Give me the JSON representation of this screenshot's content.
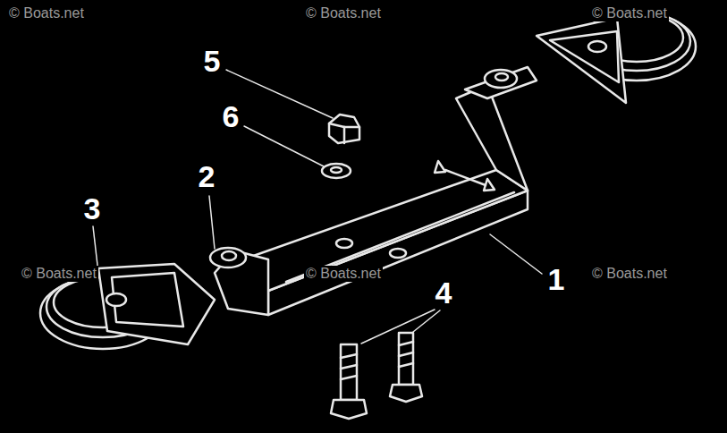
{
  "diagram": {
    "labels": [
      "© Boats.net",
      "© Boats.net",
      "© Boats.net",
      "5",
      "6",
      "2",
      "3",
      "© Boats.net",
      "© Boats.net",
      "1",
      "© Boats.net",
      "4"
    ]
  }
}
